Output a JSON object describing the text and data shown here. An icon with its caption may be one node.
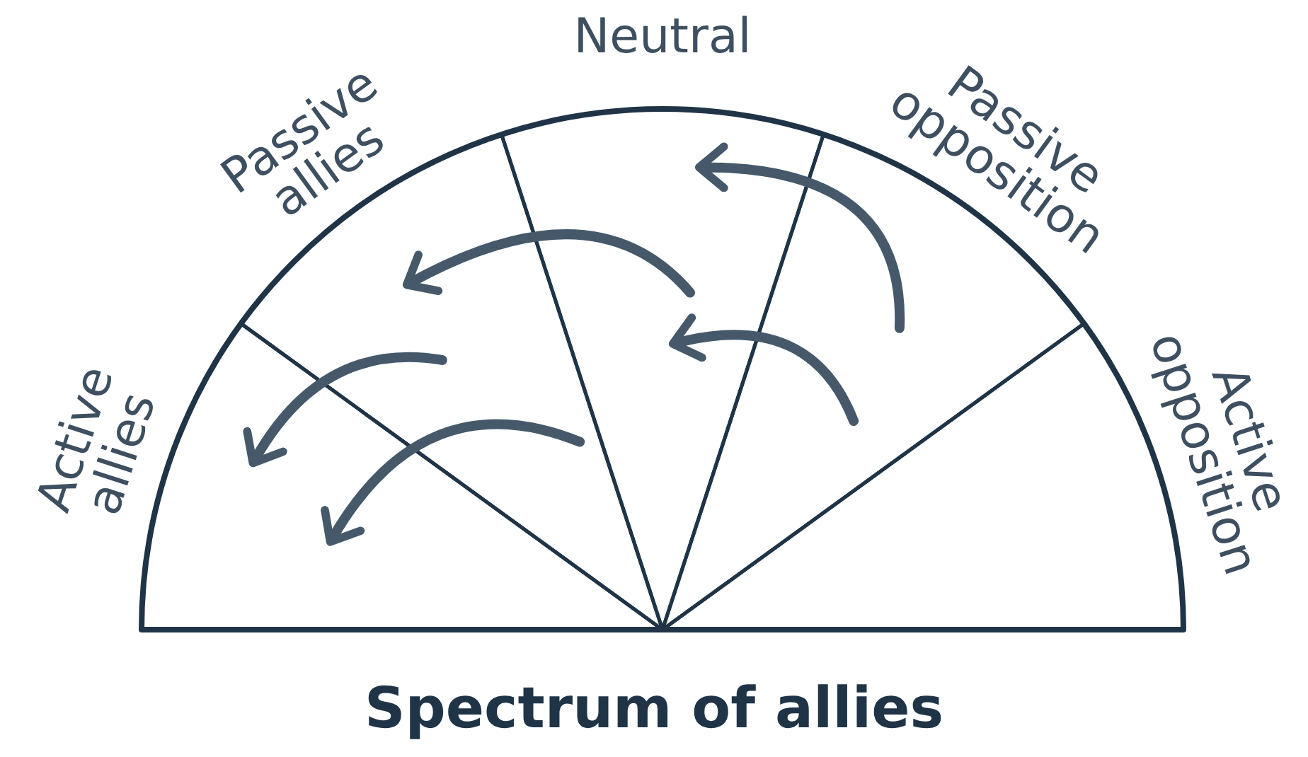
{
  "diagram": {
    "title": "Spectrum of allies",
    "nodes": [
      {
        "text": [
          "Active allies"
        ]
      },
      {
        "text": [
          "Passive allies"
        ]
      },
      {
        "text": [
          "Neutral"
        ]
      },
      {
        "text": [
          "Passive opposition"
        ]
      },
      {
        "text": [
          "Active opposition"
        ]
      }
    ],
    "edges": [
      {
        "from": 3,
        "to": 2,
        "arrow": "to"
      },
      {
        "from": 2,
        "to": 1,
        "arrow": "to"
      },
      {
        "from": 3,
        "to": 2,
        "arrow": "to"
      },
      {
        "from": 1,
        "to": 0,
        "arrow": "to"
      },
      {
        "from": 1,
        "to": 0,
        "arrow": "to"
      }
    ]
  }
}
